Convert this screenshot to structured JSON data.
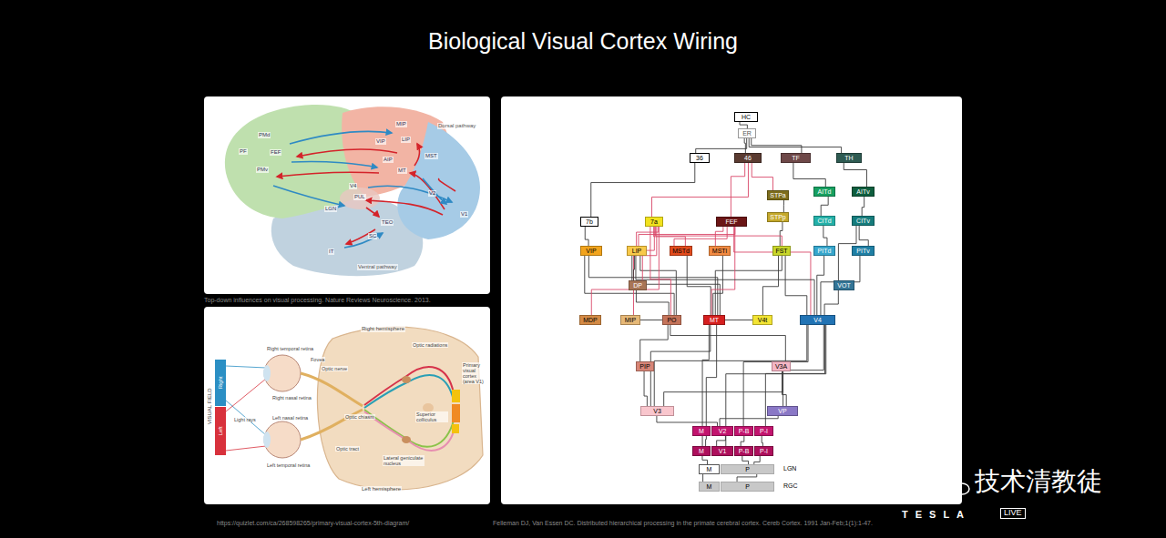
{
  "diagram": {
    "title": "Biological Visual Cortex Wiring",
    "nodes": [
      {
        "text": [
          "HC"
        ]
      },
      {
        "text": [
          "ER"
        ]
      },
      {
        "text": [
          "36"
        ]
      },
      {
        "text": [
          "46"
        ]
      },
      {
        "text": [
          "TF"
        ]
      },
      {
        "text": [
          "TH"
        ]
      },
      {
        "text": [
          "STPa"
        ]
      },
      {
        "text": [
          "AITd"
        ]
      },
      {
        "text": [
          "AITv"
        ]
      },
      {
        "text": [
          "STPp"
        ]
      },
      {
        "text": [
          "CITd"
        ]
      },
      {
        "text": [
          "CITv"
        ]
      },
      {
        "text": [
          "7b"
        ]
      },
      {
        "text": [
          "7a"
        ]
      },
      {
        "text": [
          "FEF"
        ]
      },
      {
        "text": [
          "VIP"
        ]
      },
      {
        "text": [
          "LIP"
        ]
      },
      {
        "text": [
          "MSTd"
        ]
      },
      {
        "text": [
          "MSTl"
        ]
      },
      {
        "text": [
          "FST"
        ]
      },
      {
        "text": [
          "PITd"
        ]
      },
      {
        "text": [
          "PITv"
        ]
      },
      {
        "text": [
          "DP"
        ]
      },
      {
        "text": [
          "VOT"
        ]
      },
      {
        "text": [
          "MDP"
        ]
      },
      {
        "text": [
          "MIP"
        ]
      },
      {
        "text": [
          "PO"
        ]
      },
      {
        "text": [
          "MT"
        ]
      },
      {
        "text": [
          "V4t"
        ]
      },
      {
        "text": [
          "V4"
        ]
      },
      {
        "text": [
          "PIP"
        ]
      },
      {
        "text": [
          "V3A"
        ]
      },
      {
        "text": [
          "V3"
        ]
      },
      {
        "text": [
          "VP"
        ]
      },
      {
        "text": [
          "M"
        ]
      },
      {
        "text": [
          "V2"
        ]
      },
      {
        "text": [
          "P-B"
        ]
      },
      {
        "text": [
          "P-I"
        ]
      },
      {
        "text": [
          "M"
        ]
      },
      {
        "text": [
          "V1"
        ]
      },
      {
        "text": [
          "P-B"
        ]
      },
      {
        "text": [
          "P-I"
        ]
      },
      {
        "text": [
          "M"
        ]
      },
      {
        "text": [
          "P"
        ]
      },
      {
        "text": [
          "M"
        ]
      },
      {
        "text": [
          "P"
        ]
      }
    ],
    "edges": [
      {
        "from": 44,
        "to": 42,
        "arrow": "none"
      },
      {
        "from": 45,
        "to": 43,
        "arrow": "none"
      },
      {
        "from": 42,
        "to": 38,
        "arrow": "none"
      },
      {
        "from": 43,
        "to": 40,
        "arrow": "none"
      },
      {
        "from": 43,
        "to": 41,
        "arrow": "none"
      },
      {
        "from": 38,
        "to": 34,
        "arrow": "none"
      },
      {
        "from": 39,
        "to": 35,
        "arrow": "none"
      },
      {
        "from": 40,
        "to": 36,
        "arrow": "none"
      },
      {
        "from": 41,
        "to": 37,
        "arrow": "none"
      },
      {
        "from": 38,
        "to": 27,
        "arrow": "none"
      },
      {
        "from": 39,
        "to": 29,
        "arrow": "none"
      },
      {
        "from": 34,
        "to": 27,
        "arrow": "none"
      },
      {
        "from": 35,
        "to": 32,
        "arrow": "none"
      },
      {
        "from": 35,
        "to": 33,
        "arrow": "none"
      },
      {
        "from": 36,
        "to": 29,
        "arrow": "none"
      },
      {
        "from": 37,
        "to": 29,
        "arrow": "none"
      },
      {
        "from": 32,
        "to": 31,
        "arrow": "none"
      },
      {
        "from": 32,
        "to": 30,
        "arrow": "none"
      },
      {
        "from": 32,
        "to": 27,
        "arrow": "none"
      },
      {
        "from": 32,
        "to": 29,
        "arrow": "none"
      },
      {
        "from": 33,
        "to": 29,
        "arrow": "none"
      },
      {
        "from": 33,
        "to": 31,
        "arrow": "none"
      },
      {
        "from": 31,
        "to": 26,
        "arrow": "none"
      },
      {
        "from": 30,
        "to": 26,
        "arrow": "none"
      },
      {
        "from": 27,
        "to": 17,
        "arrow": "none"
      },
      {
        "from": 27,
        "to": 18,
        "arrow": "none"
      },
      {
        "from": 27,
        "to": 19,
        "arrow": "none"
      },
      {
        "from": 27,
        "to": 15,
        "arrow": "none"
      },
      {
        "from": 27,
        "to": 16,
        "arrow": "none"
      },
      {
        "from": 27,
        "to": 28,
        "arrow": "none"
      },
      {
        "from": 27,
        "to": 14,
        "arrow": "none"
      },
      {
        "from": 29,
        "to": 20,
        "arrow": "none"
      },
      {
        "from": 29,
        "to": 21,
        "arrow": "none"
      },
      {
        "from": 29,
        "to": 23,
        "arrow": "none"
      },
      {
        "from": 29,
        "to": 19,
        "arrow": "none"
      },
      {
        "from": 29,
        "to": 14,
        "arrow": "none"
      },
      {
        "from": 29,
        "to": 16,
        "arrow": "none"
      },
      {
        "from": 28,
        "to": 19,
        "arrow": "none"
      },
      {
        "from": 26,
        "to": 15,
        "arrow": "none"
      },
      {
        "from": 26,
        "to": 16,
        "arrow": "none"
      },
      {
        "from": 26,
        "to": 25,
        "arrow": "none"
      },
      {
        "from": 26,
        "to": 22,
        "arrow": "none"
      },
      {
        "from": 26,
        "to": 13,
        "arrow": "none"
      },
      {
        "from": 24,
        "to": 13,
        "arrow": "none"
      },
      {
        "from": 25,
        "to": 13,
        "arrow": "none"
      },
      {
        "from": 22,
        "to": 13,
        "arrow": "none"
      },
      {
        "from": 22,
        "to": 16,
        "arrow": "none"
      },
      {
        "from": 15,
        "to": 12,
        "arrow": "none"
      },
      {
        "from": 16,
        "to": 13,
        "arrow": "none"
      },
      {
        "from": 16,
        "to": 14,
        "arrow": "none"
      },
      {
        "from": 17,
        "to": 13,
        "arrow": "none"
      },
      {
        "from": 17,
        "to": 14,
        "arrow": "none"
      },
      {
        "from": 18,
        "to": 14,
        "arrow": "none"
      },
      {
        "from": 19,
        "to": 9,
        "arrow": "none"
      },
      {
        "from": 19,
        "to": 13,
        "arrow": "none"
      },
      {
        "from": 20,
        "to": 10,
        "arrow": "none"
      },
      {
        "from": 21,
        "to": 11,
        "arrow": "none"
      },
      {
        "from": 23,
        "to": 11,
        "arrow": "none"
      },
      {
        "from": 10,
        "to": 7,
        "arrow": "none"
      },
      {
        "from": 11,
        "to": 8,
        "arrow": "none"
      },
      {
        "from": 7,
        "to": 4,
        "arrow": "none"
      },
      {
        "from": 8,
        "to": 5,
        "arrow": "none"
      },
      {
        "from": 9,
        "to": 6,
        "arrow": "none"
      },
      {
        "from": 6,
        "to": 3,
        "arrow": "none"
      },
      {
        "from": 13,
        "to": 3,
        "arrow": "none"
      },
      {
        "from": 14,
        "to": 3,
        "arrow": "none"
      },
      {
        "from": 12,
        "to": 2,
        "arrow": "none"
      },
      {
        "from": 4,
        "to": 1,
        "arrow": "none"
      },
      {
        "from": 5,
        "to": 1,
        "arrow": "none"
      },
      {
        "from": 2,
        "to": 1,
        "arrow": "none"
      },
      {
        "from": 3,
        "to": 1,
        "arrow": "none"
      },
      {
        "from": 1,
        "to": 0,
        "arrow": "none"
      }
    ],
    "labels": [
      "Dorsal pathway",
      "Ventral pathway",
      "PMd",
      "PMv",
      "PF",
      "FEF",
      "MIP",
      "VIP",
      "LIP",
      "AIP",
      "MST",
      "MT",
      "V4",
      "PUL",
      "LGN",
      "TEO",
      "SC",
      "V2",
      "V1",
      "IT",
      "Top-down influences on visual processing. Nature Reviews Neuroscience. 2013.",
      "Right hemisphere",
      "VISUAL FIELD",
      "Right",
      "Left",
      "Light rays",
      "Right temporal retina",
      "Fovea",
      "Optic nerve",
      "Right nasal retina",
      "Left nasal retina",
      "Left temporal retina",
      "Optic chiasm",
      "Optic tract",
      "Optic radiations",
      "Superior colliculus",
      "Primary visual cortex (area V1)",
      "Lateral geniculate nucleus",
      "Left hemisphere",
      "LGN",
      "RGC",
      "https://quizlet.com/ca/268598265/primary-visual-cortex-5th-diagram/",
      "Felleman DJ, Van Essen DC. Distributed hierarchical processing in the primate cerebral cortex. Cereb Cortex. 1991 Jan-Feb;1(1):1-47.",
      "技术清教徒",
      "TESLA",
      "LIVE"
    ]
  }
}
